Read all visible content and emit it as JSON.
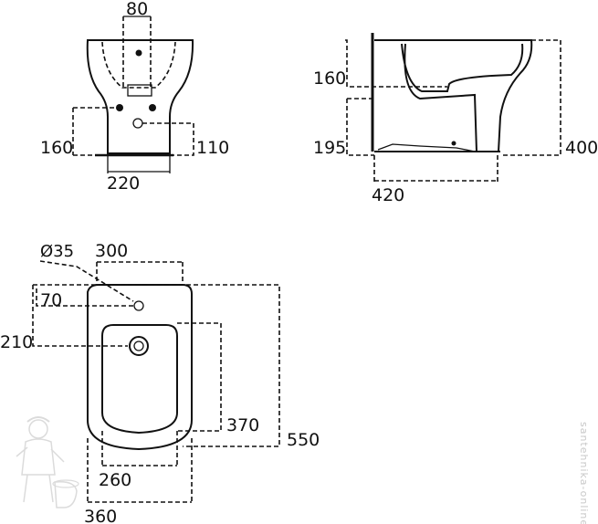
{
  "front_view": {
    "dim_top": "80",
    "dim_left": "160",
    "dim_right": "110",
    "dim_bottom": "220"
  },
  "side_view": {
    "dim_upper": "160",
    "dim_lower": "195",
    "dim_right": "400",
    "dim_bottom": "420"
  },
  "top_view": {
    "dim_hole": "Ø35",
    "dim_top": "300",
    "dim_offset": "70",
    "dim_left": "210",
    "dim_bowl": "370",
    "dim_overall": "550",
    "dim_inner_width": "260",
    "dim_outer_width": "360"
  },
  "watermark": {
    "text": "santehnika-online"
  }
}
